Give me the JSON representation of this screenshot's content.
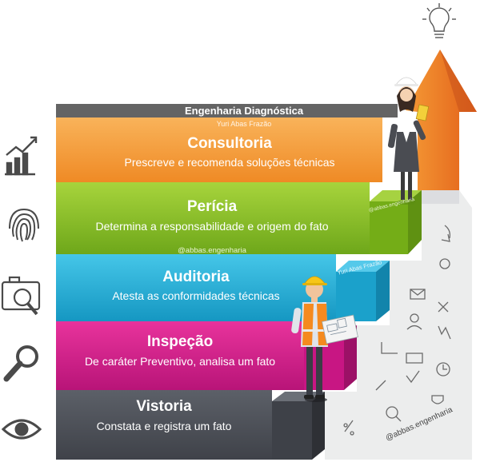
{
  "header": {
    "title": "Engenharia Diagnóstica",
    "author": "Yuri Abas Frazão"
  },
  "levels": [
    {
      "title": "Consultoria",
      "description": "Prescreve e recomenda soluções técnicas",
      "color": "#f2922e",
      "icon": "growth-chart-icon"
    },
    {
      "title": "Perícia",
      "description": "Determina a responsabilidade e origem do fato",
      "color": "#86bd1f",
      "icon": "fingerprint-icon"
    },
    {
      "title": "Auditoria",
      "description": "Atesta as conformidades técnicas",
      "color": "#21b0d6",
      "icon": "camera-magnifier-icon"
    },
    {
      "title": "Inspeção",
      "description": "De caráter Preventivo, analisa um fato",
      "color": "#d41f8a",
      "icon": "magnifying-glass-icon"
    },
    {
      "title": "Vistoria",
      "description": "Constata e registra um fato",
      "color": "#4c5058",
      "icon": "eye-icon"
    }
  ],
  "watermarks": {
    "mid_band": "@abbas.engenharia",
    "step_cyan": "Yuri Abas Frazão",
    "step_green": "@abbas.engenharia",
    "bottom_right": "@abbas.engenharia"
  },
  "colors": {
    "header_band": "#636363",
    "arrow": "#f07a22",
    "step_side": "#e9eaec"
  }
}
